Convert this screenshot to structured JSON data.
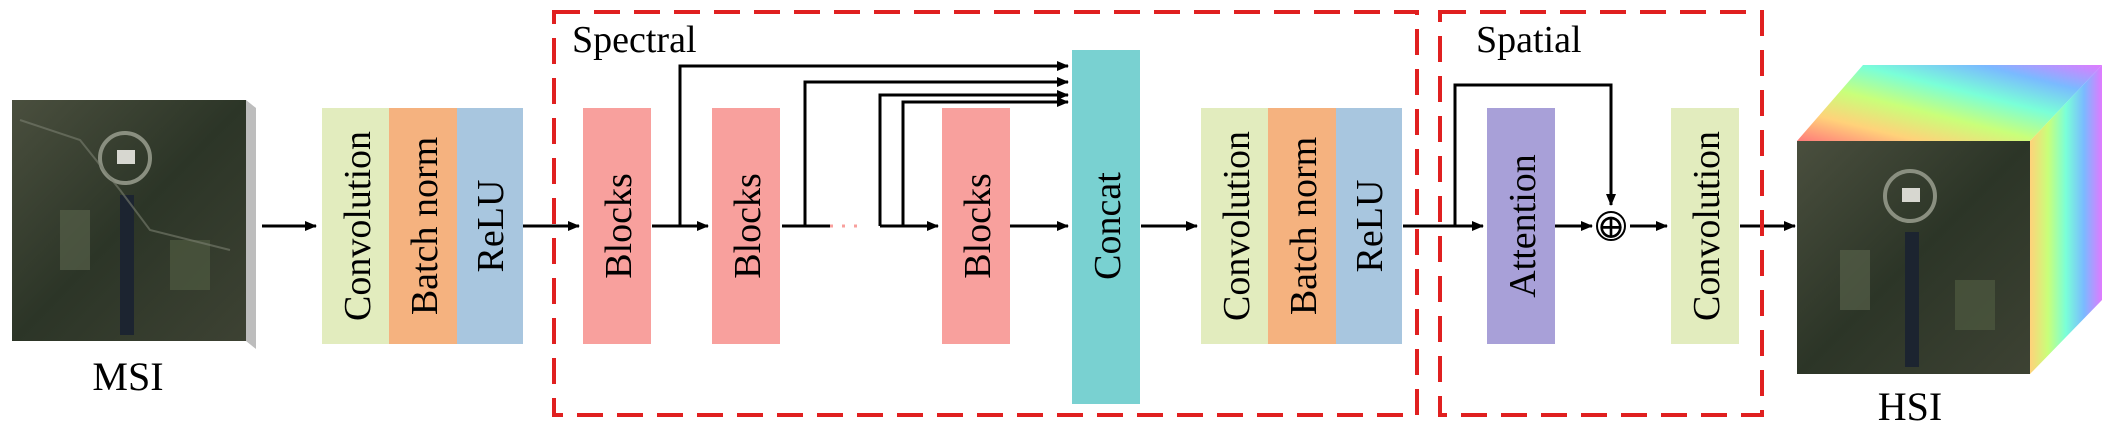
{
  "groups": {
    "spectral": "Spectral",
    "spatial": "Spatial"
  },
  "images": {
    "input_label": "MSI",
    "output_label": "HSI"
  },
  "stem": {
    "conv": "Convolution",
    "bn": "Batch norm",
    "relu": "ReLU"
  },
  "spectral": {
    "block1": "Blocks",
    "block2": "Blocks",
    "block3": "Blocks",
    "concat": "Concat",
    "conv": "Convolution",
    "bn": "Batch norm",
    "relu": "ReLU"
  },
  "spatial": {
    "attention": "Attention",
    "conv": "Convolution",
    "add_symbol": "⊕"
  },
  "colors": {
    "conv": "#e2ecbe",
    "bn": "#f5b27f",
    "relu": "#a8c6df",
    "blocks": "#f8a09d",
    "concat": "#79d1d1",
    "attention": "#a8a0d8",
    "dashed_border": "#e02020",
    "spectrum_hint": "rainbow"
  }
}
